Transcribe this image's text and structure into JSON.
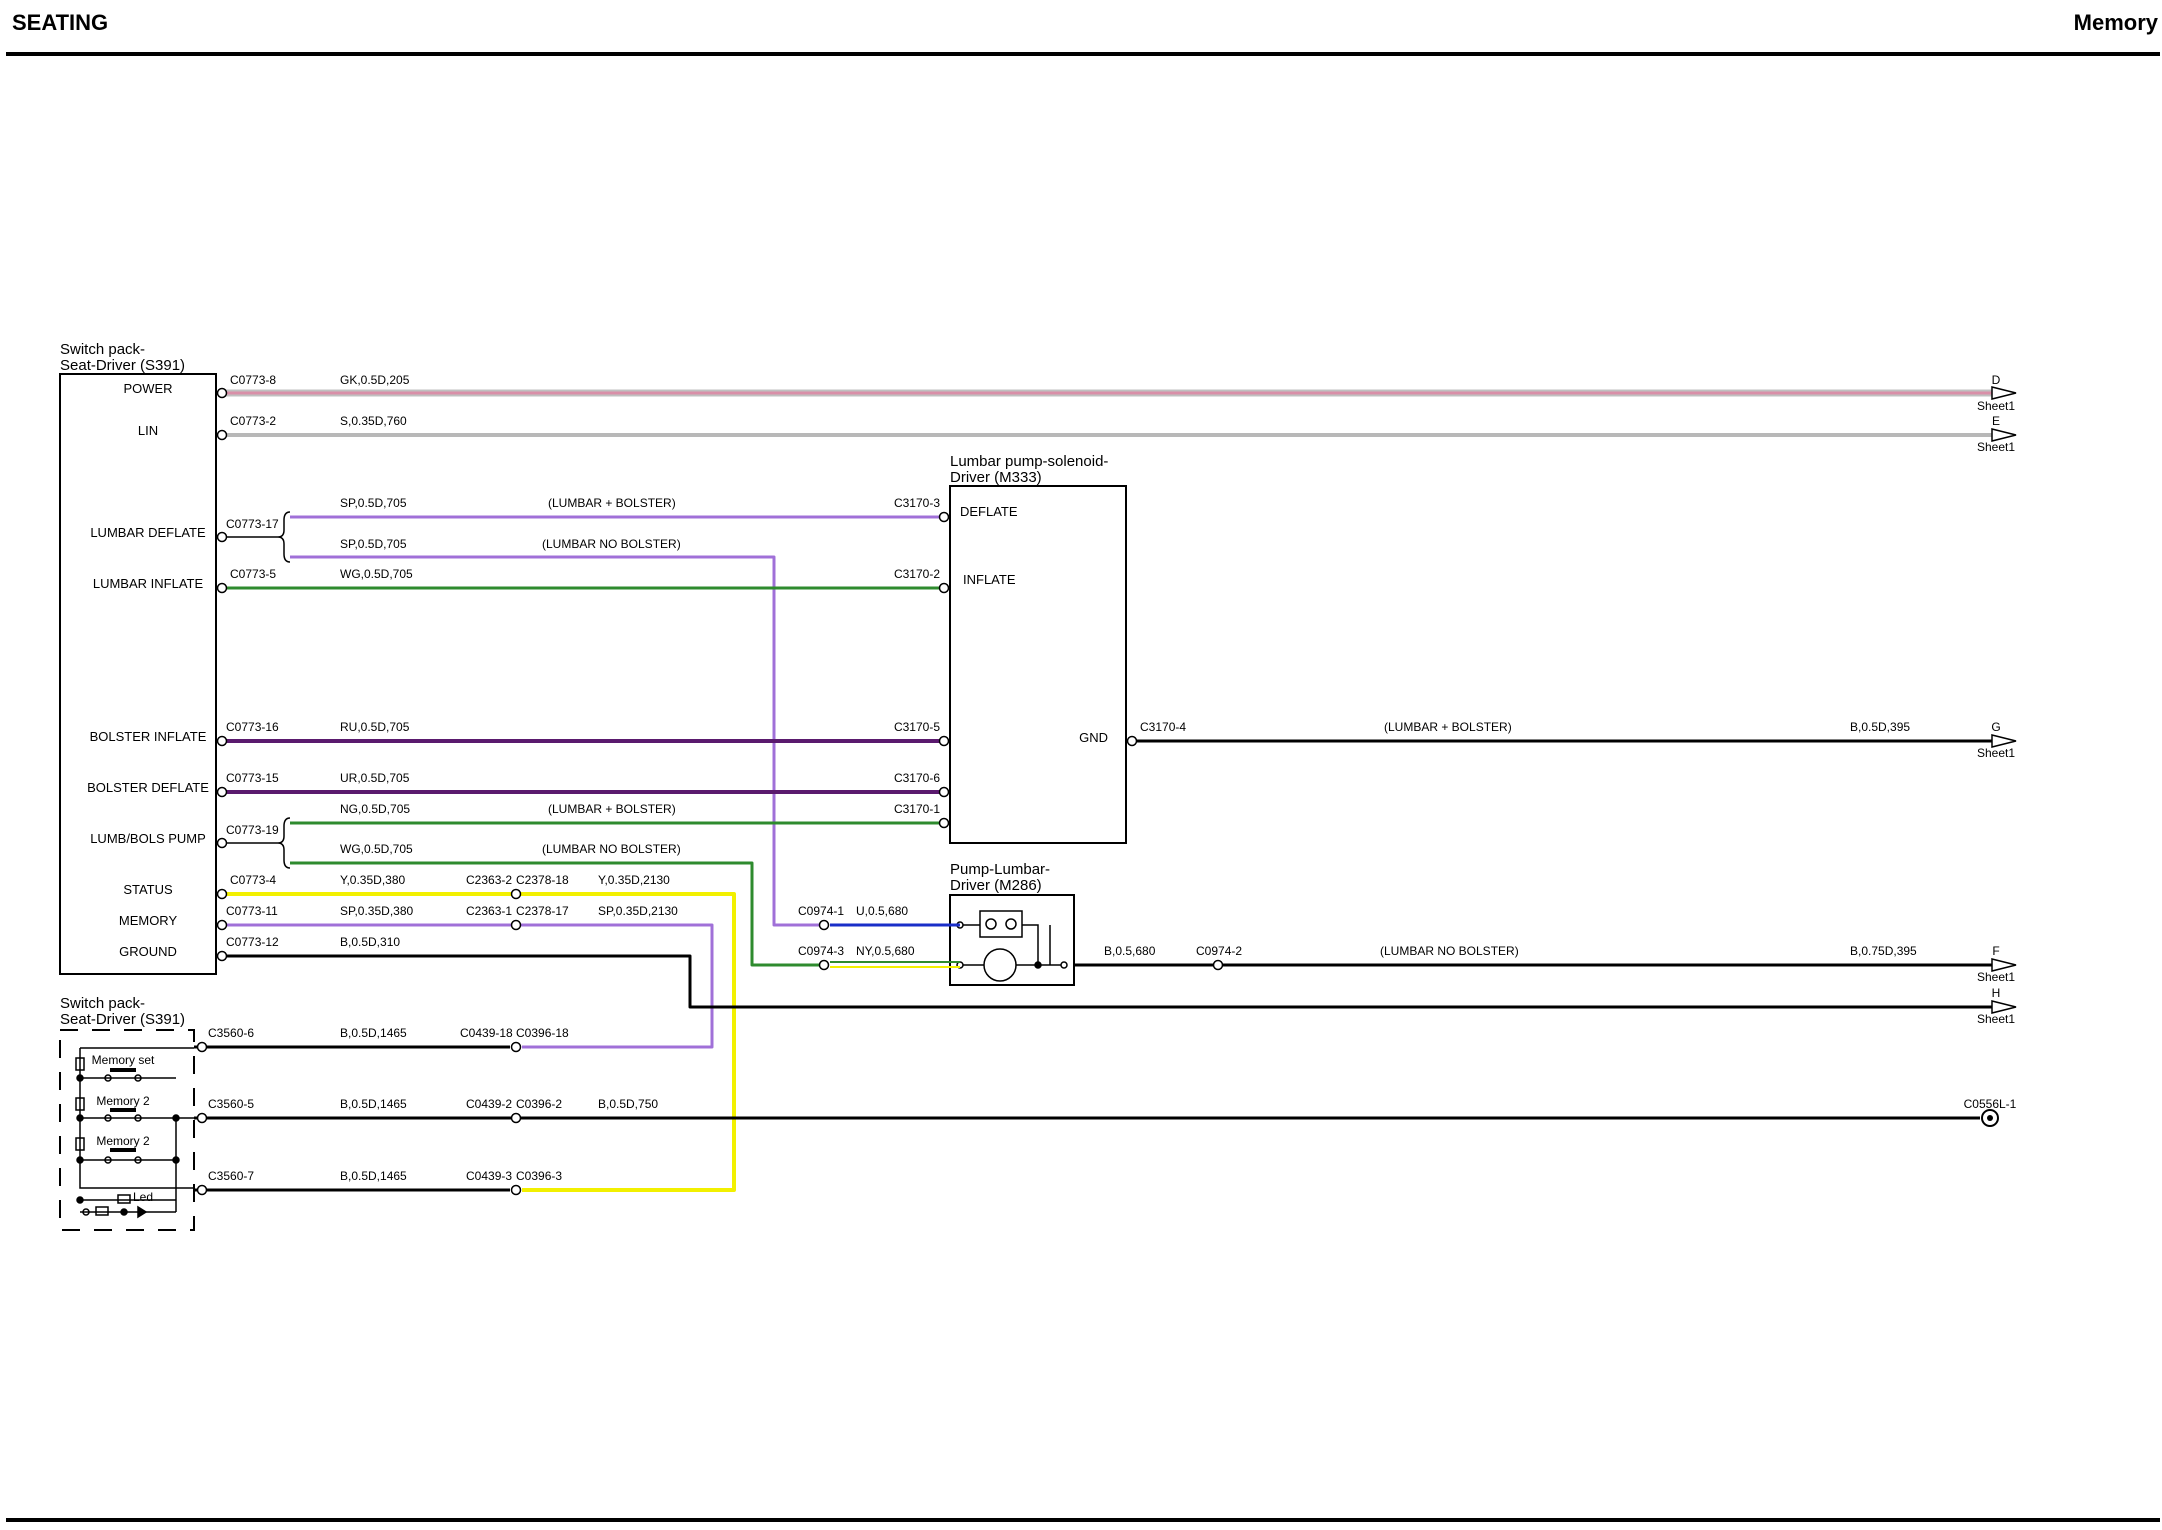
{
  "header": {
    "title": "SEATING",
    "section": "Memory"
  },
  "colors": {
    "pink": "#d98fa8",
    "grey": "#b8b8b8",
    "lilac": "#a070d8",
    "green": "#2e8b2e",
    "purple": "#5a1a6e",
    "yellow": "#f2f000",
    "blue": "#1a2ec8",
    "black": "#000000"
  },
  "components": {
    "switch_pack": {
      "line1": "Switch pack-",
      "line2": "Seat-Driver (S391)",
      "pins": {
        "power": "POWER",
        "lin": "LIN",
        "lumbar_deflate": "LUMBAR DEFLATE",
        "lumbar_inflate": "LUMBAR INFLATE",
        "bolster_inflate": "BOLSTER INFLATE",
        "bolster_deflate": "BOLSTER DEFLATE",
        "lumb_bols_pump": "LUMB/BOLS PUMP",
        "status": "STATUS",
        "memory": "MEMORY",
        "ground": "GROUND"
      }
    },
    "switch_pack_2": {
      "line1": "Switch pack-",
      "line2": "Seat-Driver (S391)",
      "switches": {
        "memory_set": "Memory set",
        "memory_2a": "Memory 2",
        "memory_2b": "Memory 2",
        "led": "Led"
      }
    },
    "solenoid": {
      "line1": "Lumbar pump-solenoid-",
      "line2": "Driver (M333)",
      "pins": {
        "deflate": "DEFLATE",
        "inflate": "INFLATE",
        "gnd": "GND"
      }
    },
    "pump": {
      "line1": "Pump-Lumbar-",
      "line2": "Driver (M286)"
    }
  },
  "wires": {
    "power": {
      "conn": "C0773-8",
      "spec": "GK,0.5D,205",
      "dest": "D",
      "sheet": "Sheet1"
    },
    "lin": {
      "conn": "C0773-2",
      "spec": "S,0.35D,760",
      "dest": "E",
      "sheet": "Sheet1"
    },
    "ldef_a": {
      "spec": "SP,0.5D,705",
      "note": "(LUMBAR + BOLSTER)",
      "end": "C3170-3"
    },
    "ldef_split": {
      "conn": "C0773-17"
    },
    "ldef_b": {
      "spec": "SP,0.5D,705",
      "note": "(LUMBAR NO BOLSTER)"
    },
    "linf": {
      "conn": "C0773-5",
      "spec": "WG,0.5D,705",
      "end": "C3170-2"
    },
    "binf": {
      "conn": "C0773-16",
      "spec": "RU,0.5D,705",
      "end": "C3170-5"
    },
    "bdef": {
      "conn": "C0773-15",
      "spec": "UR,0.5D,705",
      "end": "C3170-6"
    },
    "pump_a": {
      "spec": "NG,0.5D,705",
      "note": "(LUMBAR + BOLSTER)",
      "end": "C3170-1"
    },
    "pump_split": {
      "conn": "C0773-19"
    },
    "pump_b": {
      "spec": "WG,0.5D,705",
      "note": "(LUMBAR NO BOLSTER)"
    },
    "gnd_m333": {
      "conn": "C3170-4",
      "note": "(LUMBAR + BOLSTER)",
      "spec": "B,0.5D,395",
      "dest": "G",
      "sheet": "Sheet1"
    },
    "status": {
      "conn": "C0773-4",
      "spec": "Y,0.35D,380",
      "mid1": "C2363-2",
      "mid2": "C2378-18",
      "spec2": "Y,0.35D,2130"
    },
    "memory": {
      "conn": "C0773-11",
      "spec": "SP,0.35D,380",
      "mid1": "C2363-1",
      "mid2": "C2378-17",
      "spec2": "SP,0.35D,2130"
    },
    "ground": {
      "conn": "C0773-12",
      "spec": "B,0.5D,310",
      "dest": "H",
      "sheet": "Sheet1"
    },
    "m286_1": {
      "conn": "C0974-1",
      "spec": "U,0.5,680"
    },
    "m286_3": {
      "conn": "C0974-3",
      "spec": "NY,0.5,680"
    },
    "m286_out": {
      "spec": "B,0.5,680",
      "conn": "C0974-2",
      "note": "(LUMBAR NO BOLSTER)",
      "spec2": "B,0.75D,395",
      "dest": "F",
      "sheet": "Sheet1"
    },
    "c3560_6": {
      "conn": "C3560-6",
      "spec": "B,0.5D,1465",
      "mid1": "C0439-18",
      "mid2": "C0396-18"
    },
    "c3560_5": {
      "conn": "C3560-5",
      "spec": "B,0.5D,1465",
      "mid1": "C0439-2",
      "mid2": "C0396-2",
      "spec2": "B,0.5D,750",
      "end": "C0556L-1"
    },
    "c3560_7": {
      "conn": "C3560-7",
      "spec": "B,0.5D,1465",
      "mid1": "C0439-3",
      "mid2": "C0396-3"
    }
  }
}
